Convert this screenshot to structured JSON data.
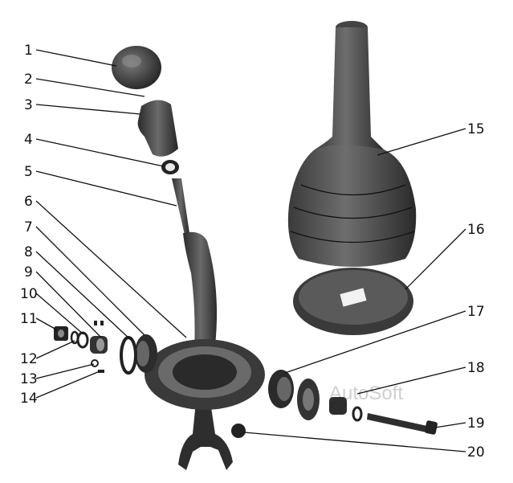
{
  "diagram": {
    "callouts": [
      "1",
      "2",
      "3",
      "4",
      "5",
      "6",
      "7",
      "8",
      "9",
      "10",
      "11",
      "12",
      "13",
      "14",
      "15",
      "16",
      "17",
      "18",
      "19",
      "20"
    ],
    "watermark": "AutoSoft"
  },
  "colors": {
    "ink": "#111111",
    "part_dark": "#2b2b2b",
    "part_mid": "#555555",
    "part_light": "#8a8a8a"
  }
}
